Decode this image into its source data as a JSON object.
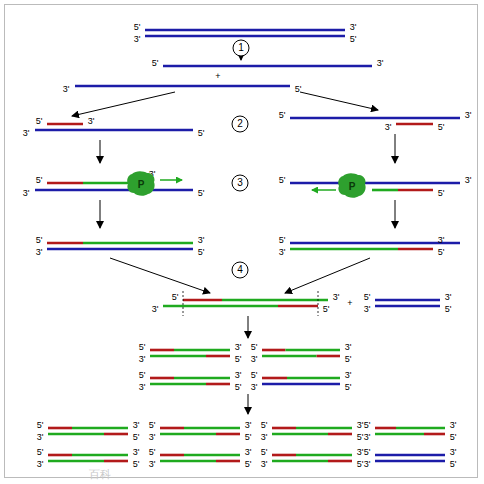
{
  "diagram": {
    "nodes": [
      {
        "text": [
          "P"
        ]
      },
      {
        "text": [
          "P"
        ]
      }
    ],
    "labels": [
      "5'",
      "3'",
      "3'",
      "5'",
      "1",
      "5'",
      "3'",
      "+",
      "3'",
      "5'",
      "5'",
      "3'",
      "3'",
      "5'",
      "2",
      "5'",
      "3'",
      "3'",
      "5'",
      "5'",
      "3'",
      "3'",
      "5'",
      "3",
      "5'",
      "3'",
      "5'",
      "5'",
      "3'",
      "3'",
      "5'",
      "5'",
      "3'",
      "3'",
      "5'",
      "4",
      "5'",
      "3'",
      "3'",
      "5'",
      "+",
      "5'",
      "3'",
      "3'",
      "5'",
      "5'",
      "3'",
      "3'",
      "5'",
      "5'",
      "3'",
      "3'",
      "5'",
      "5'",
      "3'",
      "3'",
      "5'",
      "5'",
      "3'",
      "3'",
      "5'",
      "5'",
      "3'",
      "3'",
      "5'",
      "5'",
      "3'",
      "3'",
      "5'",
      "5'",
      "3'",
      "3'",
      "5'",
      "5'",
      "3'",
      "3'",
      "5'",
      "5'",
      "3'",
      "3'",
      "5'",
      "5'",
      "3'",
      "3'",
      "5'",
      "5'",
      "3'",
      "3'",
      "5'",
      "5'",
      "3'",
      "3'",
      "5'",
      "百科"
    ]
  }
}
